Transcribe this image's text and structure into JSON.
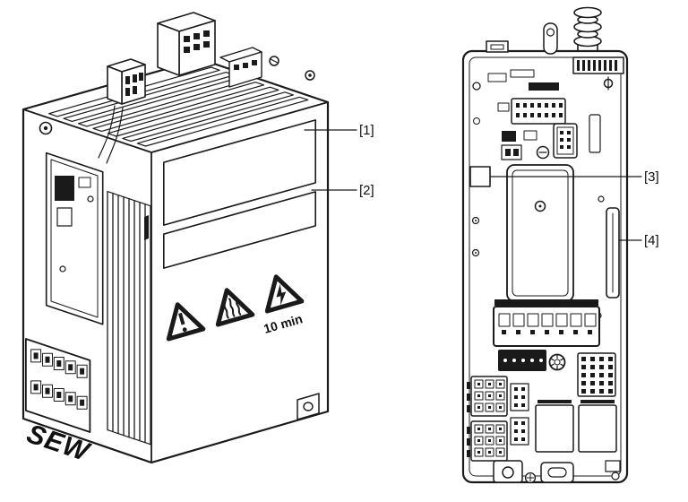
{
  "figure": {
    "background": "#ffffff",
    "line_color": "#1a1a1a",
    "callouts": [
      {
        "label": "[1]"
      },
      {
        "label": "[2]"
      },
      {
        "label": "[3]"
      },
      {
        "label": "[4]"
      }
    ],
    "device": {
      "brand_logo": "SEW",
      "discharge_time_label": "10 min"
    },
    "warning_symbols": [
      "general-warning",
      "hot-surface",
      "electric-shock-discharge-time"
    ]
  }
}
